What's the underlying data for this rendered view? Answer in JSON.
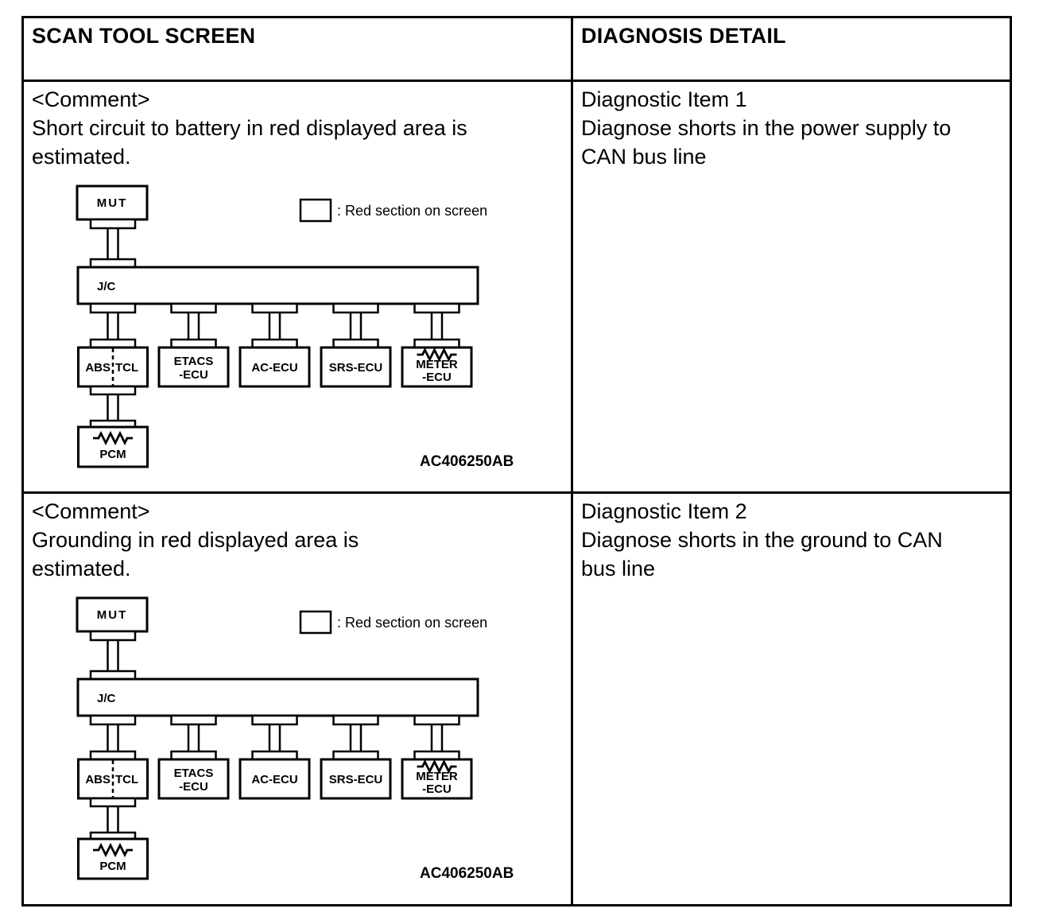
{
  "table": {
    "header": {
      "col1": "SCAN TOOL SCREEN",
      "col2": "DIAGNOSIS DETAIL"
    },
    "rows": [
      {
        "scan_cell": {
          "lines": [
            "<Comment>",
            "Short circuit to battery in red displayed area is",
            "estimated."
          ]
        },
        "detail_cell": {
          "lines": [
            "Diagnostic Item 1",
            "Diagnose shorts in the power supply to",
            "CAN bus line"
          ]
        }
      },
      {
        "scan_cell": {
          "lines": [
            "<Comment>",
            "Grounding in red displayed area is",
            "estimated."
          ]
        },
        "detail_cell": {
          "lines": [
            "Diagnostic Item 2",
            "Diagnose shorts in the ground to CAN",
            "bus line"
          ]
        }
      }
    ]
  },
  "diagram": {
    "nodes": {
      "mut": "MUT",
      "jc": "J/C",
      "abs": "ABS",
      "tcl": "TCL",
      "etacs1": "ETACS",
      "etacs2": "-ECU",
      "ac": "AC-ECU",
      "srs": "SRS-ECU",
      "meter1": "METER",
      "meter2": "-ECU",
      "pcm": "PCM"
    },
    "legend_label": ": Red section on screen",
    "figure_code": "AC406250AB"
  },
  "colors": {
    "line": "#000000",
    "background": "#ffffff"
  }
}
